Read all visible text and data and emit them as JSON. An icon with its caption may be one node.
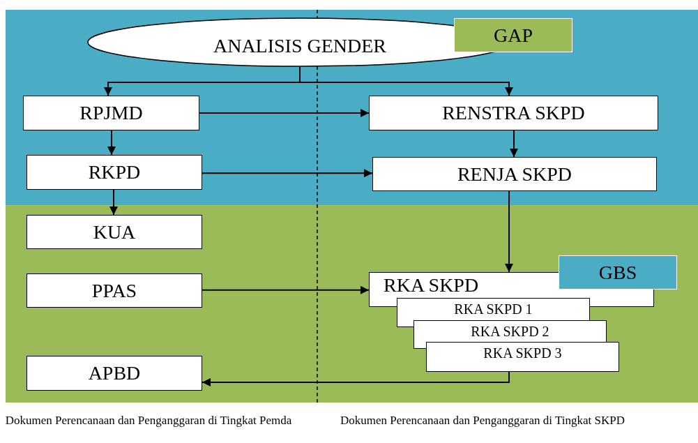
{
  "diagram": {
    "nodes": [
      {
        "text": [
          "ANALISIS GENDER"
        ]
      },
      {
        "text": [
          "GAP"
        ]
      },
      {
        "text": [
          "RPJMD"
        ]
      },
      {
        "text": [
          "RENSTRA SKPD"
        ]
      },
      {
        "text": [
          "RKPD"
        ]
      },
      {
        "text": [
          "RENJA SKPD"
        ]
      },
      {
        "text": [
          "KUA"
        ]
      },
      {
        "text": [
          "PPAS"
        ]
      },
      {
        "text": [
          "RKA SKPD"
        ]
      },
      {
        "text": [
          "GBS"
        ]
      },
      {
        "text": [
          "RKA SKPD 1"
        ]
      },
      {
        "text": [
          "RKA SKPD 2"
        ]
      },
      {
        "text": [
          "RKA SKPD 3"
        ]
      },
      {
        "text": [
          "APBD"
        ]
      }
    ],
    "edges": [
      {
        "from": 0,
        "to": 2,
        "arrow": "to"
      },
      {
        "from": 0,
        "to": 3,
        "arrow": "to"
      },
      {
        "from": 2,
        "to": 3,
        "arrow": "to"
      },
      {
        "from": 2,
        "to": 4,
        "arrow": "to"
      },
      {
        "from": 3,
        "to": 5,
        "arrow": "to"
      },
      {
        "from": 4,
        "to": 5,
        "arrow": "to"
      },
      {
        "from": 4,
        "to": 6,
        "arrow": "to"
      },
      {
        "from": 5,
        "to": 8,
        "arrow": "to"
      },
      {
        "from": 7,
        "to": 8,
        "arrow": "to"
      },
      {
        "from": 12,
        "to": 13,
        "arrow": "to"
      }
    ],
    "labels": [
      "Dokumen Perencanaan dan Penganggaran di Tingkat Pemda",
      "Dokumen Perencanaan dan Penganggaran di Tingkat SKPD"
    ]
  }
}
